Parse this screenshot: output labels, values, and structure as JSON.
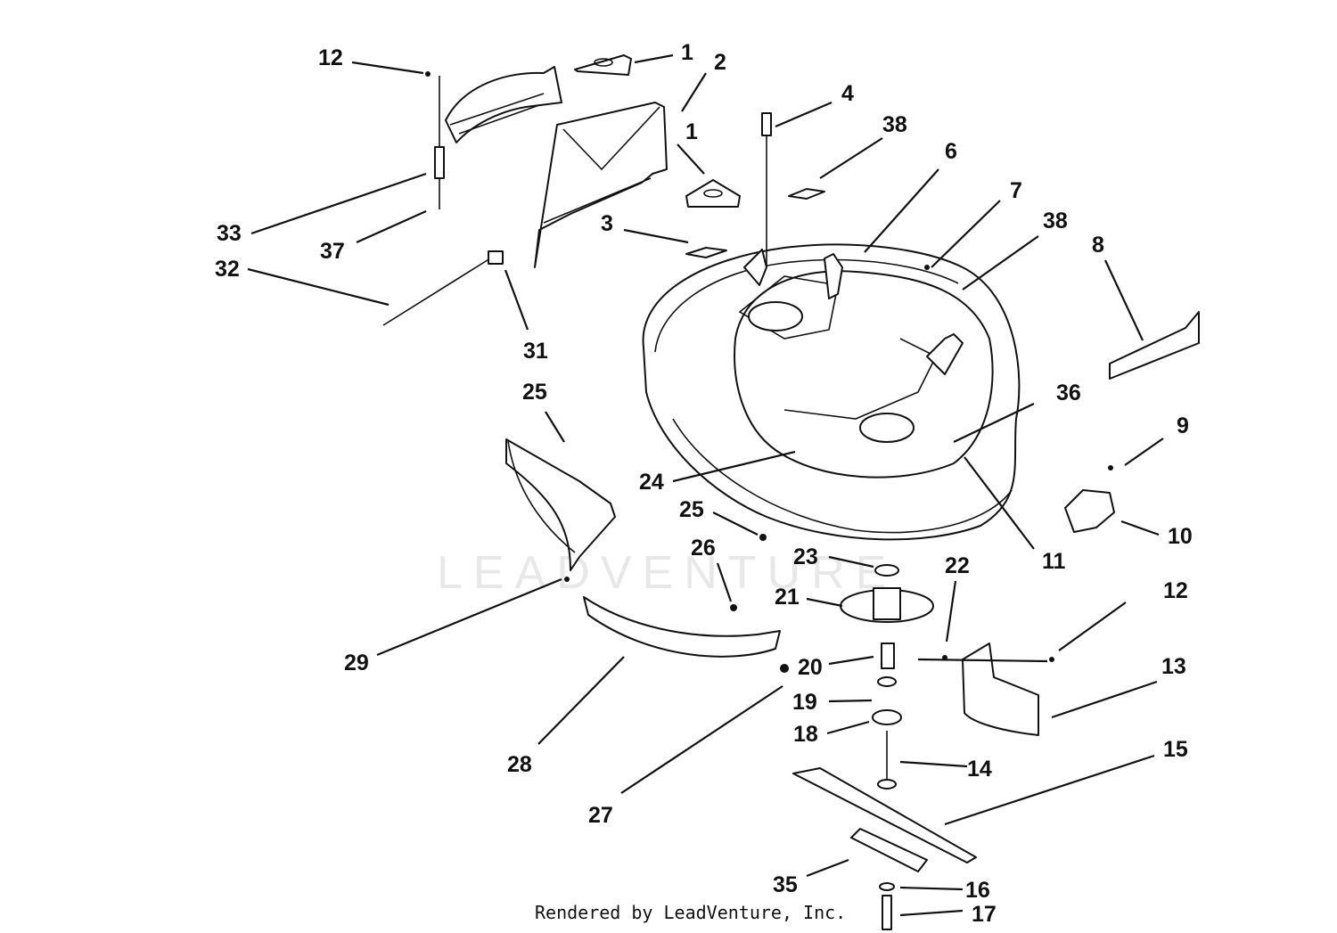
{
  "watermark": {
    "text": "LEADVENTURE",
    "color": "#e0e0e0"
  },
  "footer": {
    "text": "Rendered by LeadVenture, Inc."
  },
  "callouts": [
    "12",
    "1",
    "2",
    "1",
    "4",
    "38",
    "6",
    "7",
    "38",
    "8",
    "3",
    "33",
    "37",
    "32",
    "31",
    "36",
    "9",
    "10",
    "25",
    "24",
    "11",
    "25",
    "23",
    "22",
    "21",
    "12",
    "26",
    "13",
    "29",
    "20",
    "19",
    "18",
    "14",
    "28",
    "27",
    "15",
    "35",
    "16",
    "17"
  ]
}
